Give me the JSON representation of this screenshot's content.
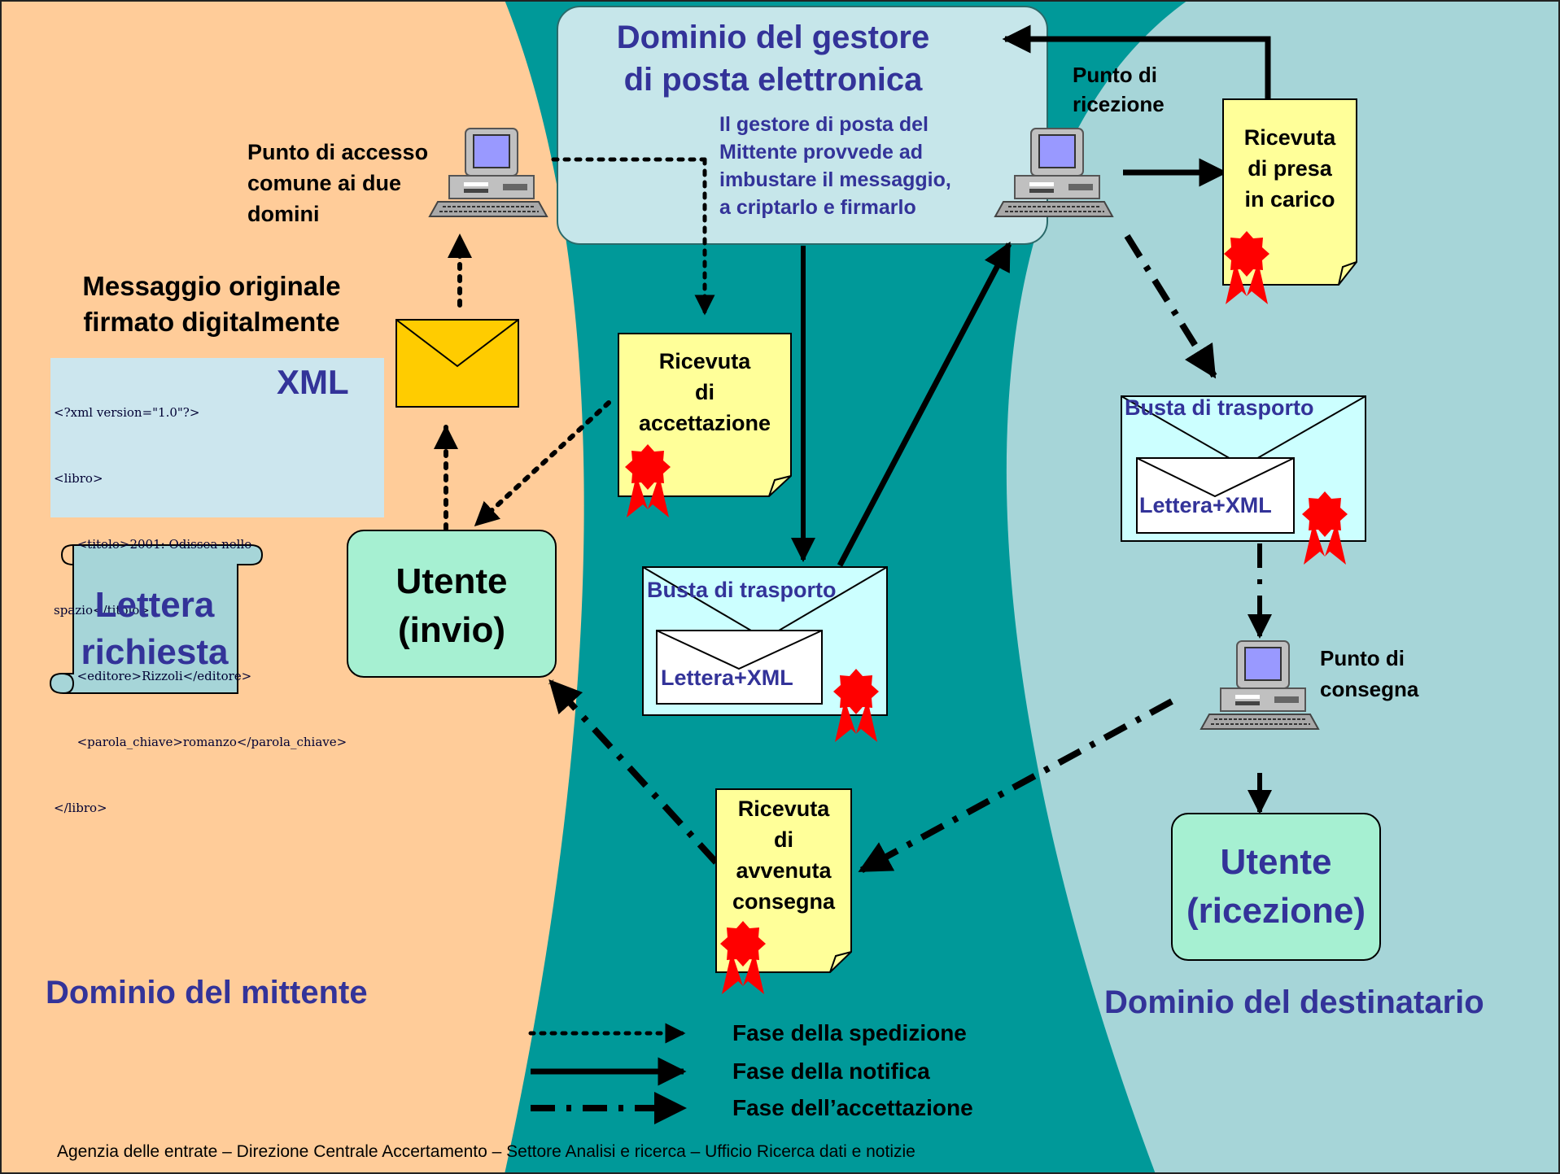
{
  "domains": {
    "provider_title": [
      "Dominio del gestore",
      "di posta elettronica"
    ],
    "sender": "Dominio del mittente",
    "recipient": "Dominio del destinatario"
  },
  "labels": {
    "access_point": [
      "Punto di accesso",
      "comune ai due",
      "domini"
    ],
    "reception_point": [
      "Punto di",
      "ricezione"
    ],
    "delivery_point": [
      "Punto di",
      "consegna"
    ],
    "provider_note": [
      "Il gestore di posta del",
      "Mittente provvede ad",
      "imbustare il messaggio,",
      "a criptarlo e firmarlo"
    ],
    "original_message": [
      "Messaggio originale",
      "firmato digitalmente"
    ]
  },
  "xml_box": {
    "tag": "XML",
    "lines": [
      "<?xml version=\"1.0\"?>",
      "<libro>",
      "      <titolo>2001: Odissea nello",
      "spazio</titolo>",
      "      <editore>Rizzoli</editore>",
      "      <parola_chiave>romanzo</parola_chiave>",
      "</libro>"
    ]
  },
  "scroll": [
    "Lettera",
    "richiesta"
  ],
  "users": {
    "sender": [
      "Utente",
      "(invio)"
    ],
    "recipient": [
      "Utente",
      "(ricezione)"
    ]
  },
  "receipts": {
    "acceptance": [
      "Ricevuta",
      "di",
      "accettazione"
    ],
    "taken_charge": [
      "Ricevuta",
      "di presa",
      "in carico"
    ],
    "delivered": [
      "Ricevuta",
      "di",
      "avvenuta",
      "consegna"
    ]
  },
  "envelopes": {
    "transport_title": "Busta di trasporto",
    "inner_label": "Lettera+XML"
  },
  "legend": [
    {
      "style": "dotted",
      "label": "Fase della spedizione"
    },
    {
      "style": "solid",
      "label": "Fase della notifica"
    },
    {
      "style": "dashdot",
      "label": "Fase dell’accettazione"
    }
  ],
  "footer": "Agenzia delle entrate – Direzione Centrale Accertamento – Settore Analisi e ricerca – Ufficio Ricerca dati e notizie",
  "colors": {
    "sender_bg": "#FFCC99",
    "provider_bg": "#009999",
    "recipient_bg": "#A6D5D8",
    "title_blue": "#333399",
    "receipt_yellow": "#FFFF99",
    "user_box": "#A6F0D2",
    "envelope_bg": "#CCFFFF",
    "seal_red": "#FF0000",
    "mail_icon": "#FFCC00"
  }
}
